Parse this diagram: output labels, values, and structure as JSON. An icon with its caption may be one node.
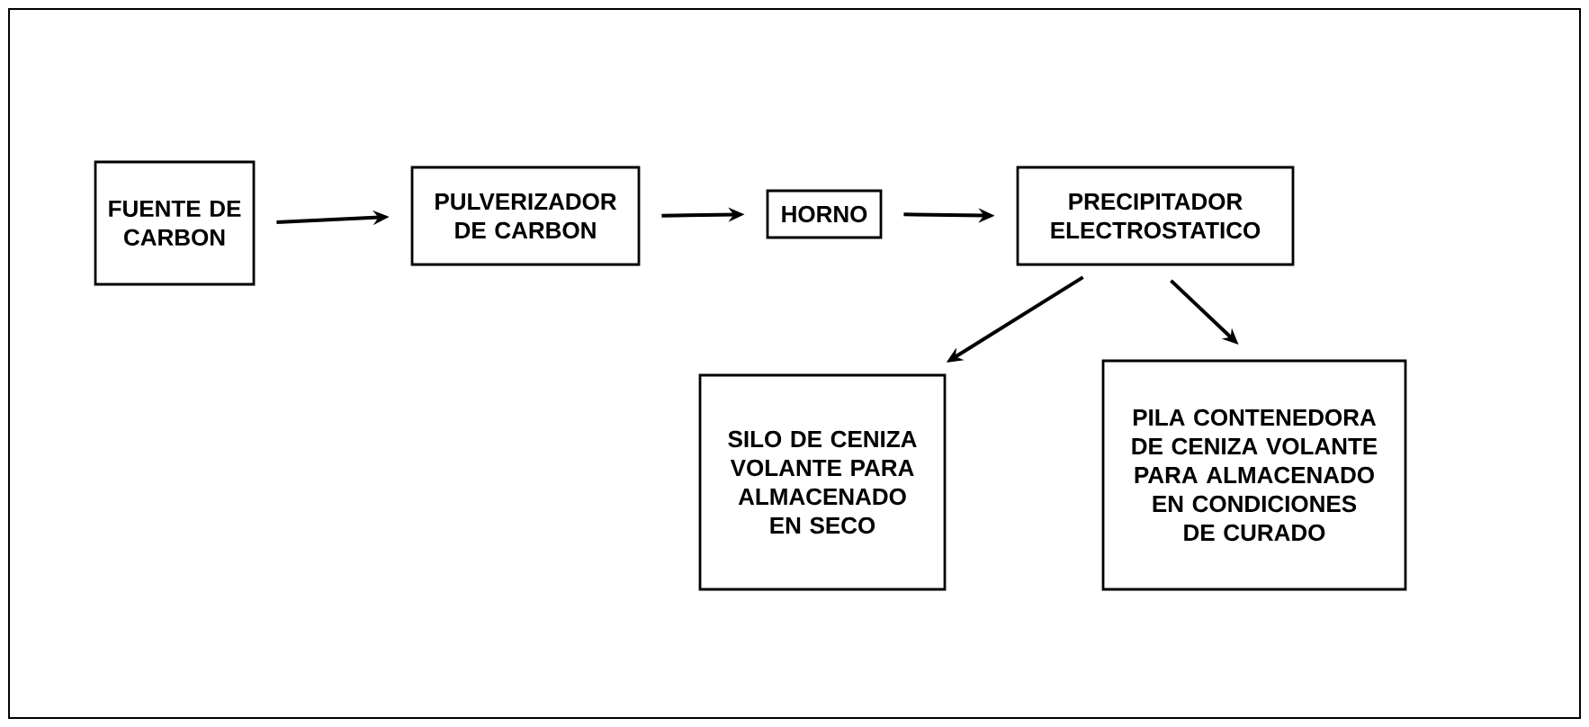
{
  "diagram": {
    "nodes": [
      {
        "text": [
          "FUENTE DE CARBON"
        ]
      },
      {
        "text": [
          "PULVERIZADOR DE CARBON"
        ]
      },
      {
        "text": [
          "HORNO"
        ]
      },
      {
        "text": [
          "PRECIPITADOR ELECTROSTATICO"
        ]
      },
      {
        "text": [
          "SILO DE CENIZA VOLANTE PARA ALMACENADO EN SECO"
        ]
      },
      {
        "text": [
          "PILA CONTENEDORA DE CENIZA VOLANTE PARA ALMACENADO EN CONDICIONES DE CURADO"
        ]
      }
    ],
    "edges": [
      {
        "from": 0,
        "to": 1,
        "arrow": "to"
      },
      {
        "from": 1,
        "to": 2,
        "arrow": "to"
      },
      {
        "from": 2,
        "to": 3,
        "arrow": "to"
      },
      {
        "from": 3,
        "to": 4,
        "arrow": "to"
      },
      {
        "from": 3,
        "to": 5,
        "arrow": "to"
      }
    ]
  }
}
